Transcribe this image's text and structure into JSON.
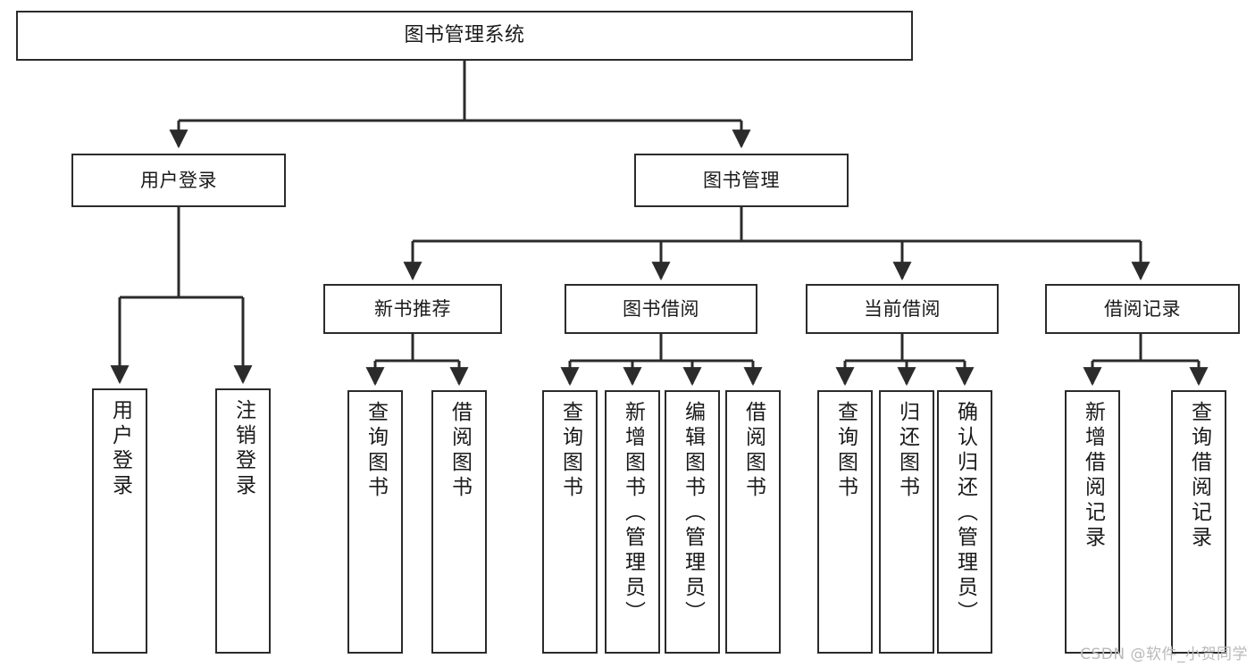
{
  "diagram": {
    "title": "图书管理系统",
    "type": "tree-hierarchy-chart",
    "watermark": "CSDN @软件_小贺同学",
    "line_color": "#2b2b2b",
    "box_fill": "#ffffff",
    "text_color": "#1a1a1a",
    "levels": {
      "root": {
        "label": "图书管理系统"
      },
      "level2": [
        {
          "label": "用户登录"
        },
        {
          "label": "图书管理"
        }
      ],
      "level3": [
        {
          "label": "新书推荐"
        },
        {
          "label": "图书借阅"
        },
        {
          "label": "当前借阅"
        },
        {
          "label": "借阅记录"
        }
      ],
      "leaves": {
        "user_login": [
          {
            "label": "用户登录"
          },
          {
            "label": "注销登录"
          }
        ],
        "new_book_recommend": [
          {
            "label": "查询图书"
          },
          {
            "label": "借阅图书"
          }
        ],
        "book_borrow": [
          {
            "label": "查询图书"
          },
          {
            "label": "新增图书（管理员）"
          },
          {
            "label": "编辑图书（管理员）"
          },
          {
            "label": "借阅图书"
          }
        ],
        "current_borrow": [
          {
            "label": "查询图书"
          },
          {
            "label": "归还图书"
          },
          {
            "label": "确认归还（管理员）"
          }
        ],
        "borrow_record": [
          {
            "label": "新增借阅记录"
          },
          {
            "label": "查询借阅记录"
          }
        ]
      }
    }
  }
}
